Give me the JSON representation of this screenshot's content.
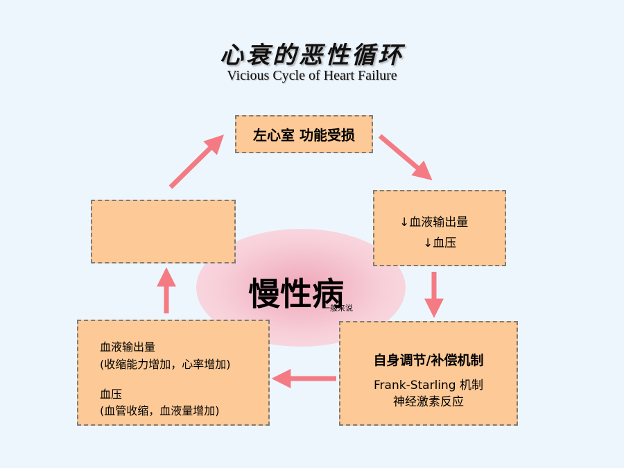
{
  "title": {
    "chinese": "心衰的恶性循环",
    "english": "Vicious Cycle of Heart Failure"
  },
  "boxes": {
    "top": {
      "label": "左心室 功能受损"
    },
    "right": {
      "line1": "↓血液输出量",
      "line2": "↓血压"
    },
    "bottom_right": {
      "heading": "自身调节/补偿机制",
      "line1": "Frank-Starling 机制",
      "line2": "神经激素反应"
    },
    "bottom_left": {
      "item1_title": "血液输出量",
      "item1_detail": "(收缩能力增加，心率增加)",
      "item2_title": "血压",
      "item2_detail": "(血管收缩，血液量增加)"
    },
    "left": {
      "label": ""
    }
  },
  "center": {
    "label": "慢性病",
    "sublabel": "一般来说"
  },
  "colors": {
    "box_fill": "#fdc996",
    "box_border": "#7b7b7b",
    "arrow": "#f47b83",
    "ellipse": "#f4b3c3",
    "background": "#eef6fd"
  }
}
